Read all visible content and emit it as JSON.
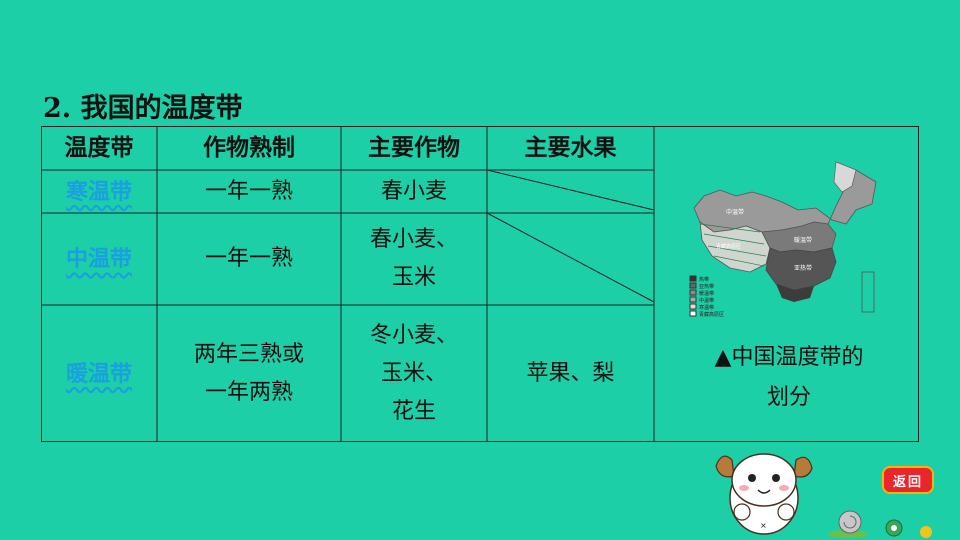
{
  "title": "2. 我国的温度带",
  "table": {
    "headers": [
      "温度带",
      "作物熟制",
      "主要作物",
      "主要水果"
    ],
    "rows": [
      {
        "zone": "寒温带",
        "system": "一年一熟",
        "crops": [
          "春小麦"
        ],
        "fruits": ""
      },
      {
        "zone": "中温带",
        "system": "一年一熟",
        "crops": [
          "春小麦、",
          "玉米"
        ],
        "fruits": ""
      },
      {
        "zone": "暖温带",
        "system": [
          "两年三熟或",
          "一年两熟"
        ],
        "crops": [
          "冬小麦、",
          "玉米、",
          "花生"
        ],
        "fruits": "苹果、梨"
      }
    ]
  },
  "map": {
    "legend": [
      "热带",
      "亚热带",
      "暖温带",
      "中温带",
      "寒温带",
      "青藏高原区"
    ],
    "labels": [
      "中温带",
      "青藏高原区",
      "暖温带",
      "亚热带"
    ]
  },
  "caption": [
    "▲中国温度带的",
    "划分"
  ],
  "back_button": "返回"
}
